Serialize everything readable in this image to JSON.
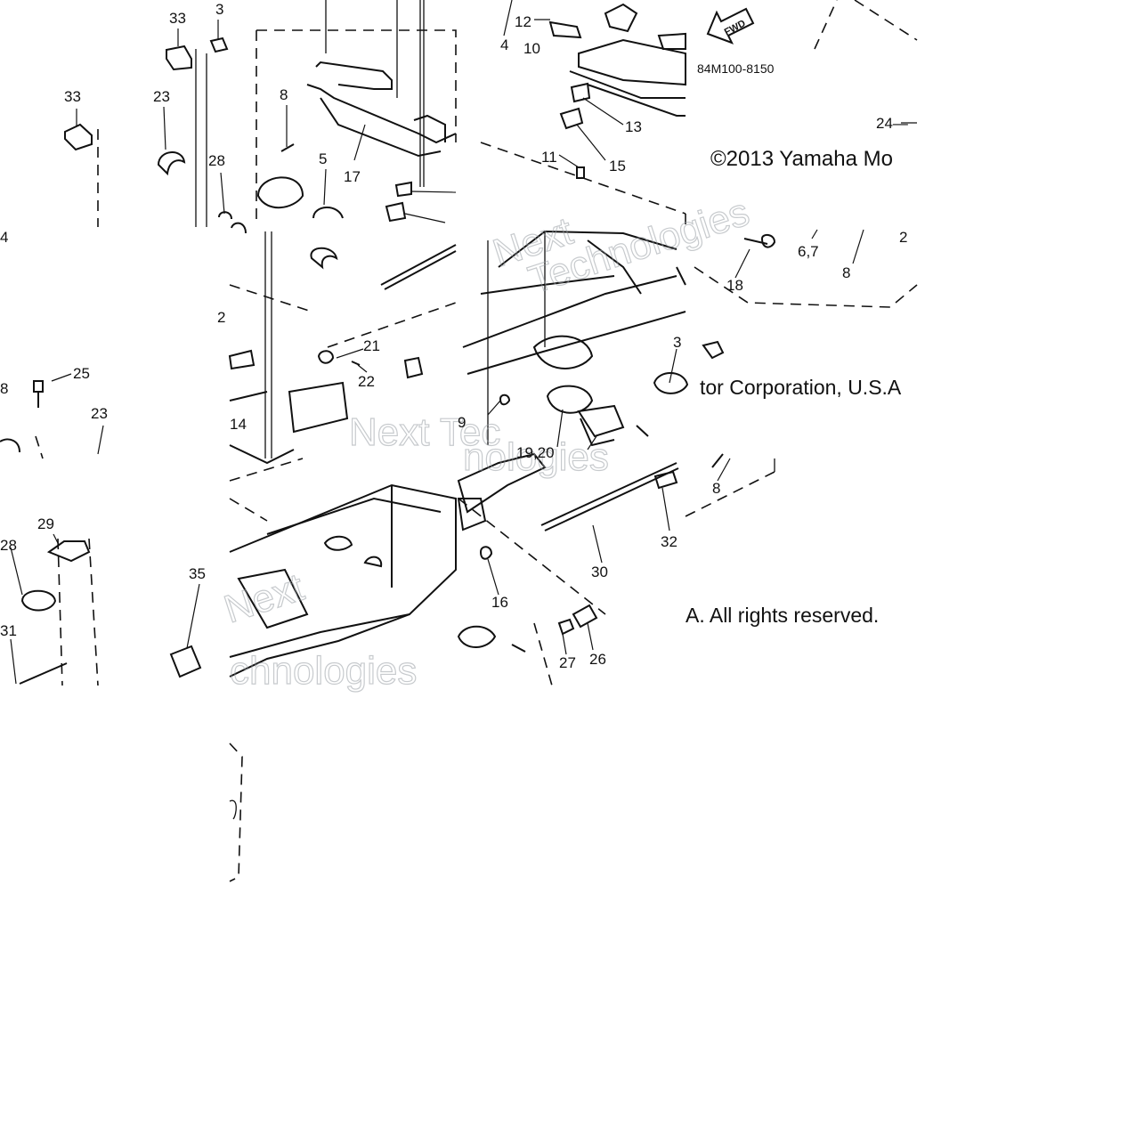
{
  "diagram": {
    "diagram_code": "84M100-8150",
    "fwd_label": "FWD",
    "copyright_line1": "©2013 Yamaha Mo",
    "copyright_line2": "tor Corporation, U.S.A",
    "copyright_line3": "A. All rights reserved.",
    "watermark_lines": [
      "Next",
      "Technologies",
      "Next Tec",
      "nologies",
      "Next",
      "chnologies"
    ],
    "callouts": [
      "33",
      "33",
      "3",
      "23",
      "28",
      "4",
      "25",
      "23",
      "8",
      "29",
      "28",
      "31",
      "35",
      "8",
      "5",
      "17",
      "2",
      "21",
      "22",
      "14",
      "12",
      "10",
      "4",
      "13",
      "15",
      "11",
      "9",
      "19,20",
      "16",
      "30",
      "32",
      "26",
      "27",
      "24—",
      "6,7",
      "8",
      "2",
      "18",
      "3",
      "8"
    ]
  }
}
